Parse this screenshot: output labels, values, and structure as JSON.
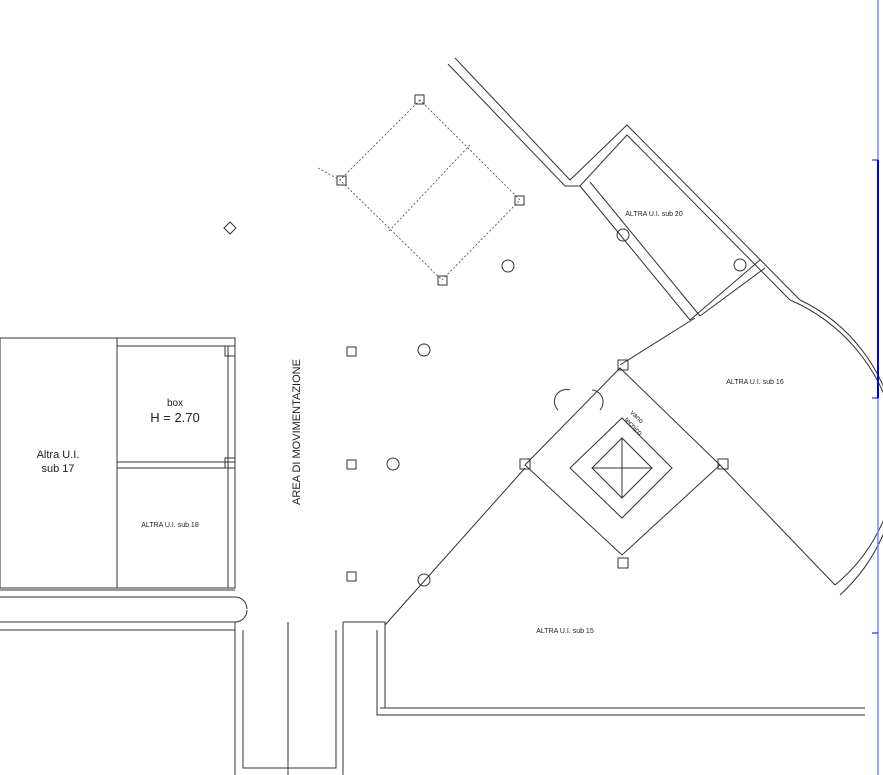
{
  "labels": {
    "sub17": [
      "Altra U.I.",
      "sub 17"
    ],
    "box": "box",
    "box_height": "H = 2.70",
    "sub18": "ALTRA U.I. sub 18",
    "area": "AREA DI MOVIMENTAZIONE",
    "sub20": "ALTRA U.I. sub 20",
    "sub16": "ALTRA U.I. sub 16",
    "sub15": "ALTRA U.I. sub 15",
    "vano": [
      "vano",
      "tecnico"
    ]
  },
  "colors": {
    "lines": "#333333",
    "scrollbar": "#0000ff"
  }
}
